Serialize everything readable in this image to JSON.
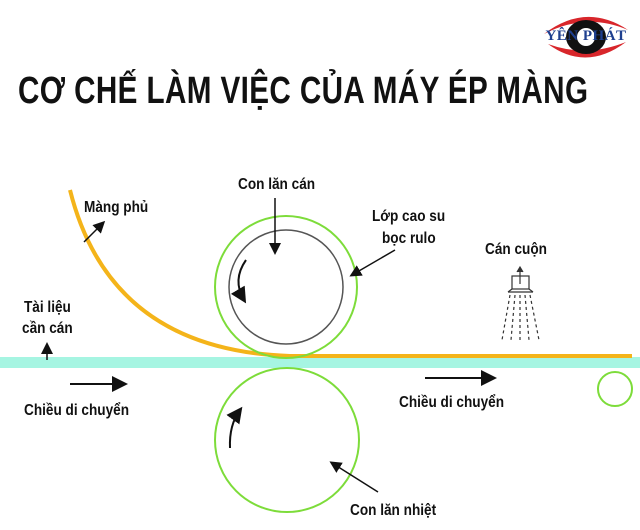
{
  "title": "CƠ CHẾ LÀM VIỆC CỦA MÁY ÉP MÀNG",
  "logo": {
    "text": "YÊN PHÁT"
  },
  "labels": {
    "top_roller": "Con lăn cán",
    "rubber_layer_line1": "Lớp cao su",
    "rubber_layer_line2": "bọc rulo",
    "coating_film": "Màng phủ",
    "document_line1": "Tài liệu",
    "document_line2": "cần cán",
    "winding": "Cán cuộn",
    "direction_left": "Chiều di chuyển",
    "direction_right": "Chiều di chuyển",
    "heat_roller": "Con lăn nhiệt"
  },
  "colors": {
    "film": "#f4b41a",
    "document": "#a6f5e2",
    "roller": "#7ddc3a",
    "inner": "#555555",
    "logo_red": "#d8262b",
    "logo_blue": "#1e3f8f"
  }
}
